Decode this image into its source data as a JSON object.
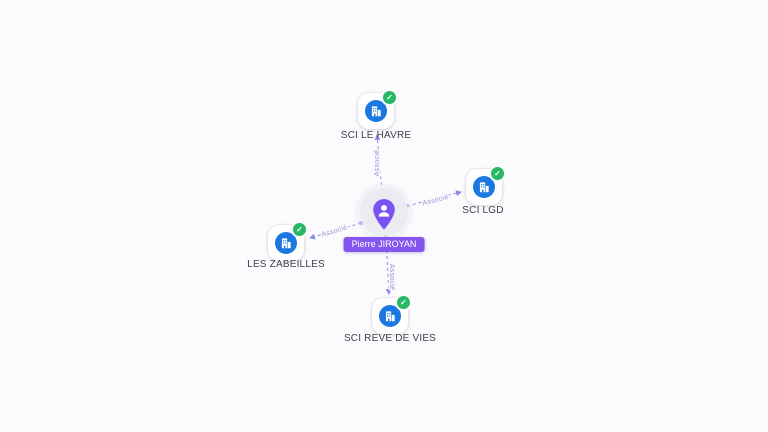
{
  "background": "#fbfbfd",
  "center_node": {
    "label": "Pierre JIROYAN"
  },
  "company_nodes": [
    {
      "label": "SCI LE HAVRE"
    },
    {
      "label": "SCI LGD"
    },
    {
      "label": "LES ZABEILLES"
    },
    {
      "label": "SCI REVE DE VIES"
    }
  ],
  "edges": [
    {
      "label": "Associé",
      "from": "Pierre JIROYAN",
      "to": "SCI LE HAVRE"
    },
    {
      "label": "Associé",
      "from": "Pierre JIROYAN",
      "to": "SCI LGD"
    },
    {
      "label": "Associé",
      "from": "Pierre JIROYAN",
      "to": "LES ZABEILLES"
    },
    {
      "label": "Associé",
      "from": "Pierre JIROYAN",
      "to": "SCI REVE DE VIES"
    }
  ],
  "colors": {
    "company_icon_bg": "#1b78e2",
    "check_badge": "#28b865",
    "person_pin": "#7a52f4",
    "person_pill_bg": "#8456f0",
    "edge": "#8f87e8"
  }
}
